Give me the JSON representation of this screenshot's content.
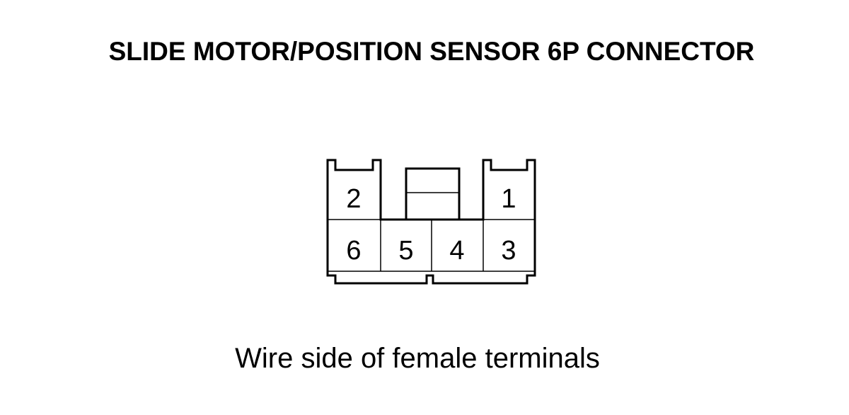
{
  "title": "SLIDE MOTOR/POSITION SENSOR 6P CONNECTOR",
  "caption": "Wire side of female terminals",
  "connector": {
    "pins": {
      "p1": "1",
      "p2": "2",
      "p3": "3",
      "p4": "4",
      "p5": "5",
      "p6": "6"
    }
  }
}
